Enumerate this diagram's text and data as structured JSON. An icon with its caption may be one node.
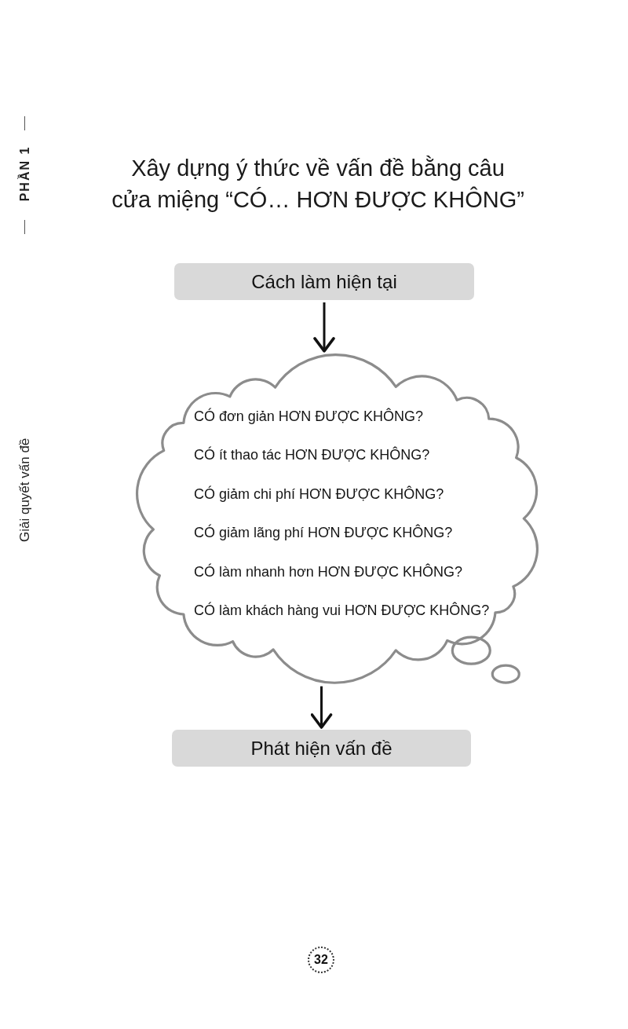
{
  "diagram": {
    "title": "Xây dựng ý thức về vấn đề bằng câu cửa miệng “CÓ… HƠN ĐƯỢC KHÔNG”",
    "nodes": [
      {
        "text": [
          "Cách làm hiện tại"
        ]
      },
      {
        "text": [
          "CÓ đơn giản HƠN ĐƯỢC KHÔNG?",
          "CÓ ít thao tác HƠN ĐƯỢC KHÔNG?",
          "CÓ giảm chi phí HƠN ĐƯỢC KHÔNG?",
          "CÓ giảm lãng phí HƠN ĐƯỢC KHÔNG?",
          "CÓ làm nhanh hơn HƠN ĐƯỢC KHÔNG?",
          "CÓ làm khách hàng vui HƠN ĐƯỢC KHÔNG?"
        ]
      },
      {
        "text": [
          "Phát hiện vấn đề"
        ]
      }
    ],
    "edges": [
      {
        "from": 0,
        "to": 1,
        "arrow": "to"
      },
      {
        "from": 1,
        "to": 2,
        "arrow": "to"
      }
    ],
    "labels": [
      "PHẦN 1",
      "Giải quyết vấn đề",
      "32"
    ]
  }
}
